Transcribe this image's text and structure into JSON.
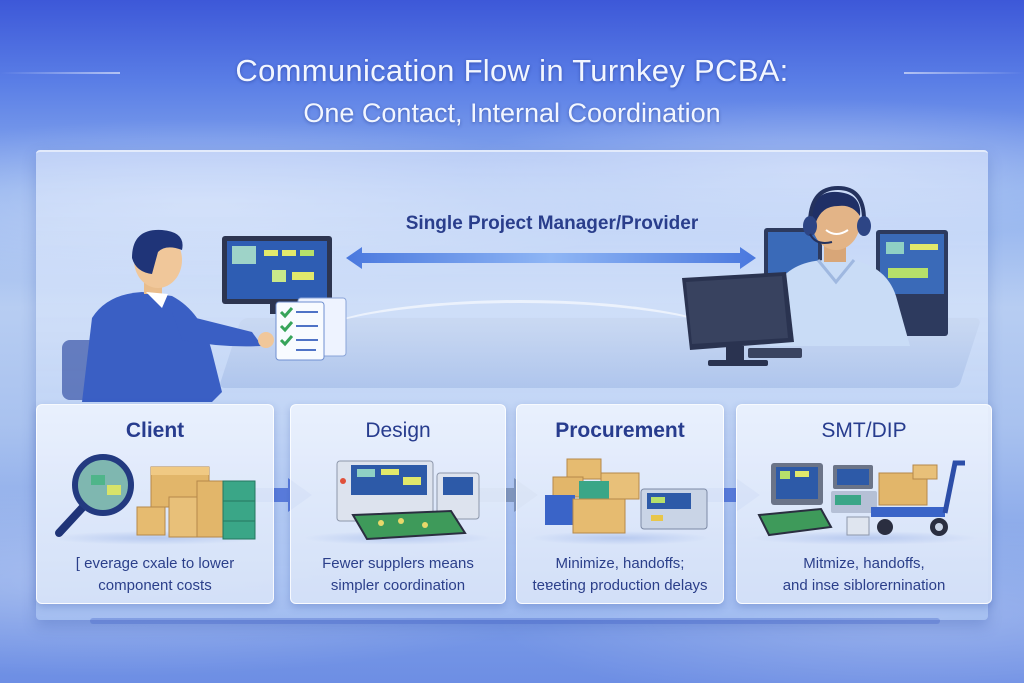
{
  "title": {
    "line1": "Communication Flow in Turnkey PCBA:",
    "line2": "One Contact, Internal Coordination"
  },
  "connection": {
    "label": "Single Project Manager/Provider",
    "arrow": "bidirectional-arrow"
  },
  "scene": {
    "left_figure": "client-at-computer-with-checklist",
    "right_figure": "provider-with-headset-at-workstation"
  },
  "stages": [
    {
      "title": "Client",
      "icon": "magnifier-boxes-icon",
      "desc_line1": "[ everage cxale to lower",
      "desc_line2": "component costs"
    },
    {
      "title": "Design",
      "icon": "pcb-machine-icon",
      "desc_line1": "Fewer supplers means",
      "desc_line2": "simpler coordination"
    },
    {
      "title": "Procurement",
      "icon": "boxes-machine-icon",
      "desc_line1": "Minimize, handoffs;",
      "desc_line2": "teɐeting production delays"
    },
    {
      "title": "SMT/DIP",
      "icon": "assembly-cart-icon",
      "desc_line1": "Mitmize, handoffs,",
      "desc_line2": "and inse siblorernination"
    }
  ],
  "colors": {
    "sky_top": "#3d58d8",
    "sky_mid": "#b7cdf2",
    "title_text": "#f2f6ff",
    "heading_text": "#273c8e",
    "arrow_blue": "#4f7fe0",
    "card_bg": "#e6eefc"
  }
}
